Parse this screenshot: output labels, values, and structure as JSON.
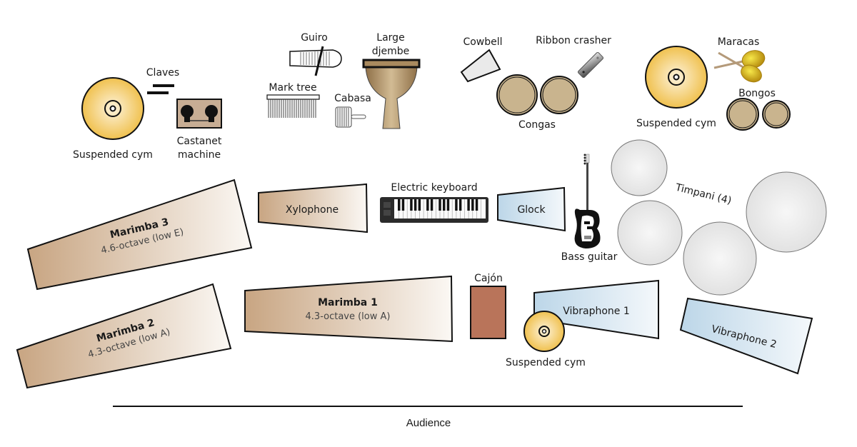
{
  "diagram": {
    "title": "Percussion ensemble stage layout",
    "audience_label": "Audience",
    "colors": {
      "marimba_start": "#c8a582",
      "marimba_end": "#fbf8f4",
      "vibe_start": "#bcd6e8",
      "vibe_end": "#f4f8fb",
      "cymbal_edge": "#f0c355",
      "cymbal_center": "#fdf1d4",
      "drum_head": "#c9b48e",
      "cajon": "#b9745a",
      "timpani": "#ebebeb",
      "djembe": "#a98a5e",
      "castanet_box": "#c7ad94"
    },
    "instruments": {
      "suspended_cym_left": {
        "label": "Suspended cym"
      },
      "claves": {
        "label": "Claves"
      },
      "castanet_machine": {
        "label_line1": "Castanet",
        "label_line2": "machine"
      },
      "guiro": {
        "label": "Guiro"
      },
      "mark_tree": {
        "label": "Mark tree"
      },
      "cabasa": {
        "label": "Cabasa"
      },
      "large_djembe": {
        "label_line1": "Large",
        "label_line2": "djembe"
      },
      "cowbell": {
        "label": "Cowbell"
      },
      "congas": {
        "label": "Congas"
      },
      "ribbon_crasher": {
        "label": "Ribbon crasher"
      },
      "suspended_cym_right": {
        "label": "Suspended cym"
      },
      "maracas": {
        "label": "Maracas"
      },
      "bongos": {
        "label": "Bongos"
      },
      "marimba_3": {
        "label": "Marimba 3",
        "sub": "4.6-octave (low E)"
      },
      "xylophone": {
        "label": "Xylophone"
      },
      "electric_keyboard": {
        "label": "Electric keyboard"
      },
      "glock": {
        "label": "Glock"
      },
      "bass_guitar": {
        "label": "Bass guitar"
      },
      "timpani": {
        "label": "Timpani (4)",
        "count": 4
      },
      "marimba_2": {
        "label": "Marimba 2",
        "sub": "4.3-octave (low A)"
      },
      "marimba_1": {
        "label": "Marimba 1",
        "sub": "4.3-octave (low A)"
      },
      "cajon": {
        "label": "Cajón"
      },
      "vibraphone_1": {
        "label": "Vibraphone 1"
      },
      "suspended_cym_front": {
        "label": "Suspended cym"
      },
      "vibraphone_2": {
        "label": "Vibraphone 2"
      }
    }
  }
}
